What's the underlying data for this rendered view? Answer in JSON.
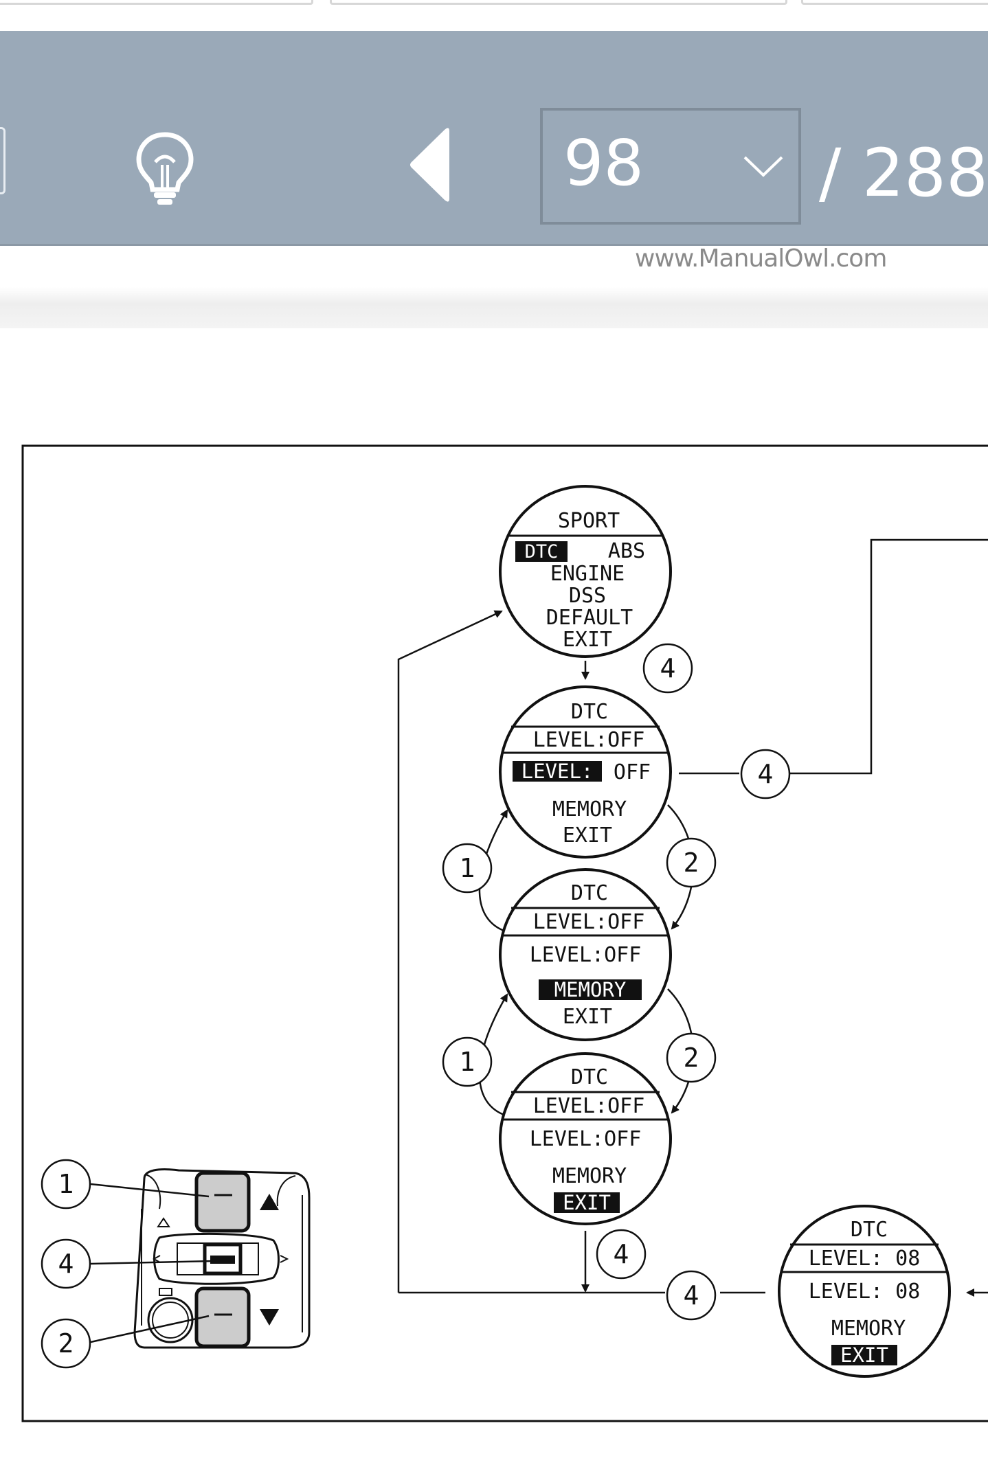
{
  "toolbar": {
    "page_current": "98",
    "page_total": "/ 288",
    "icons": {
      "tip": "lightbulb-icon",
      "prev": "previous-page-icon",
      "dropdown": "chevron-down-icon"
    }
  },
  "watermark": "www.ManualOwl.com",
  "diagram": {
    "screens": {
      "sport": {
        "title": "SPORT",
        "dtc": "DTC",
        "abs": "ABS",
        "engine": "ENGINE",
        "dss": "DSS",
        "default": "DEFAULT",
        "exit": "EXIT"
      },
      "dtc1": {
        "title": "DTC",
        "level_header": "LEVEL:OFF",
        "level_label": "LEVEL:",
        "level_value": "OFF",
        "memory": "MEMORY",
        "exit": "EXIT"
      },
      "dtc2": {
        "title": "DTC",
        "level_header": "LEVEL:OFF",
        "level": "LEVEL:OFF",
        "memory": "MEMORY",
        "exit": "EXIT"
      },
      "dtc3": {
        "title": "DTC",
        "level_header": "LEVEL:OFF",
        "level": "LEVEL:OFF",
        "memory": "MEMORY",
        "exit": "EXIT"
      },
      "dtc4": {
        "title": "DTC",
        "level_header": "LEVEL: 08",
        "level": "LEVEL: 08",
        "memory": "MEMORY",
        "exit": "EXIT"
      }
    },
    "callouts": {
      "one": "1",
      "two": "2",
      "four": "4"
    }
  }
}
